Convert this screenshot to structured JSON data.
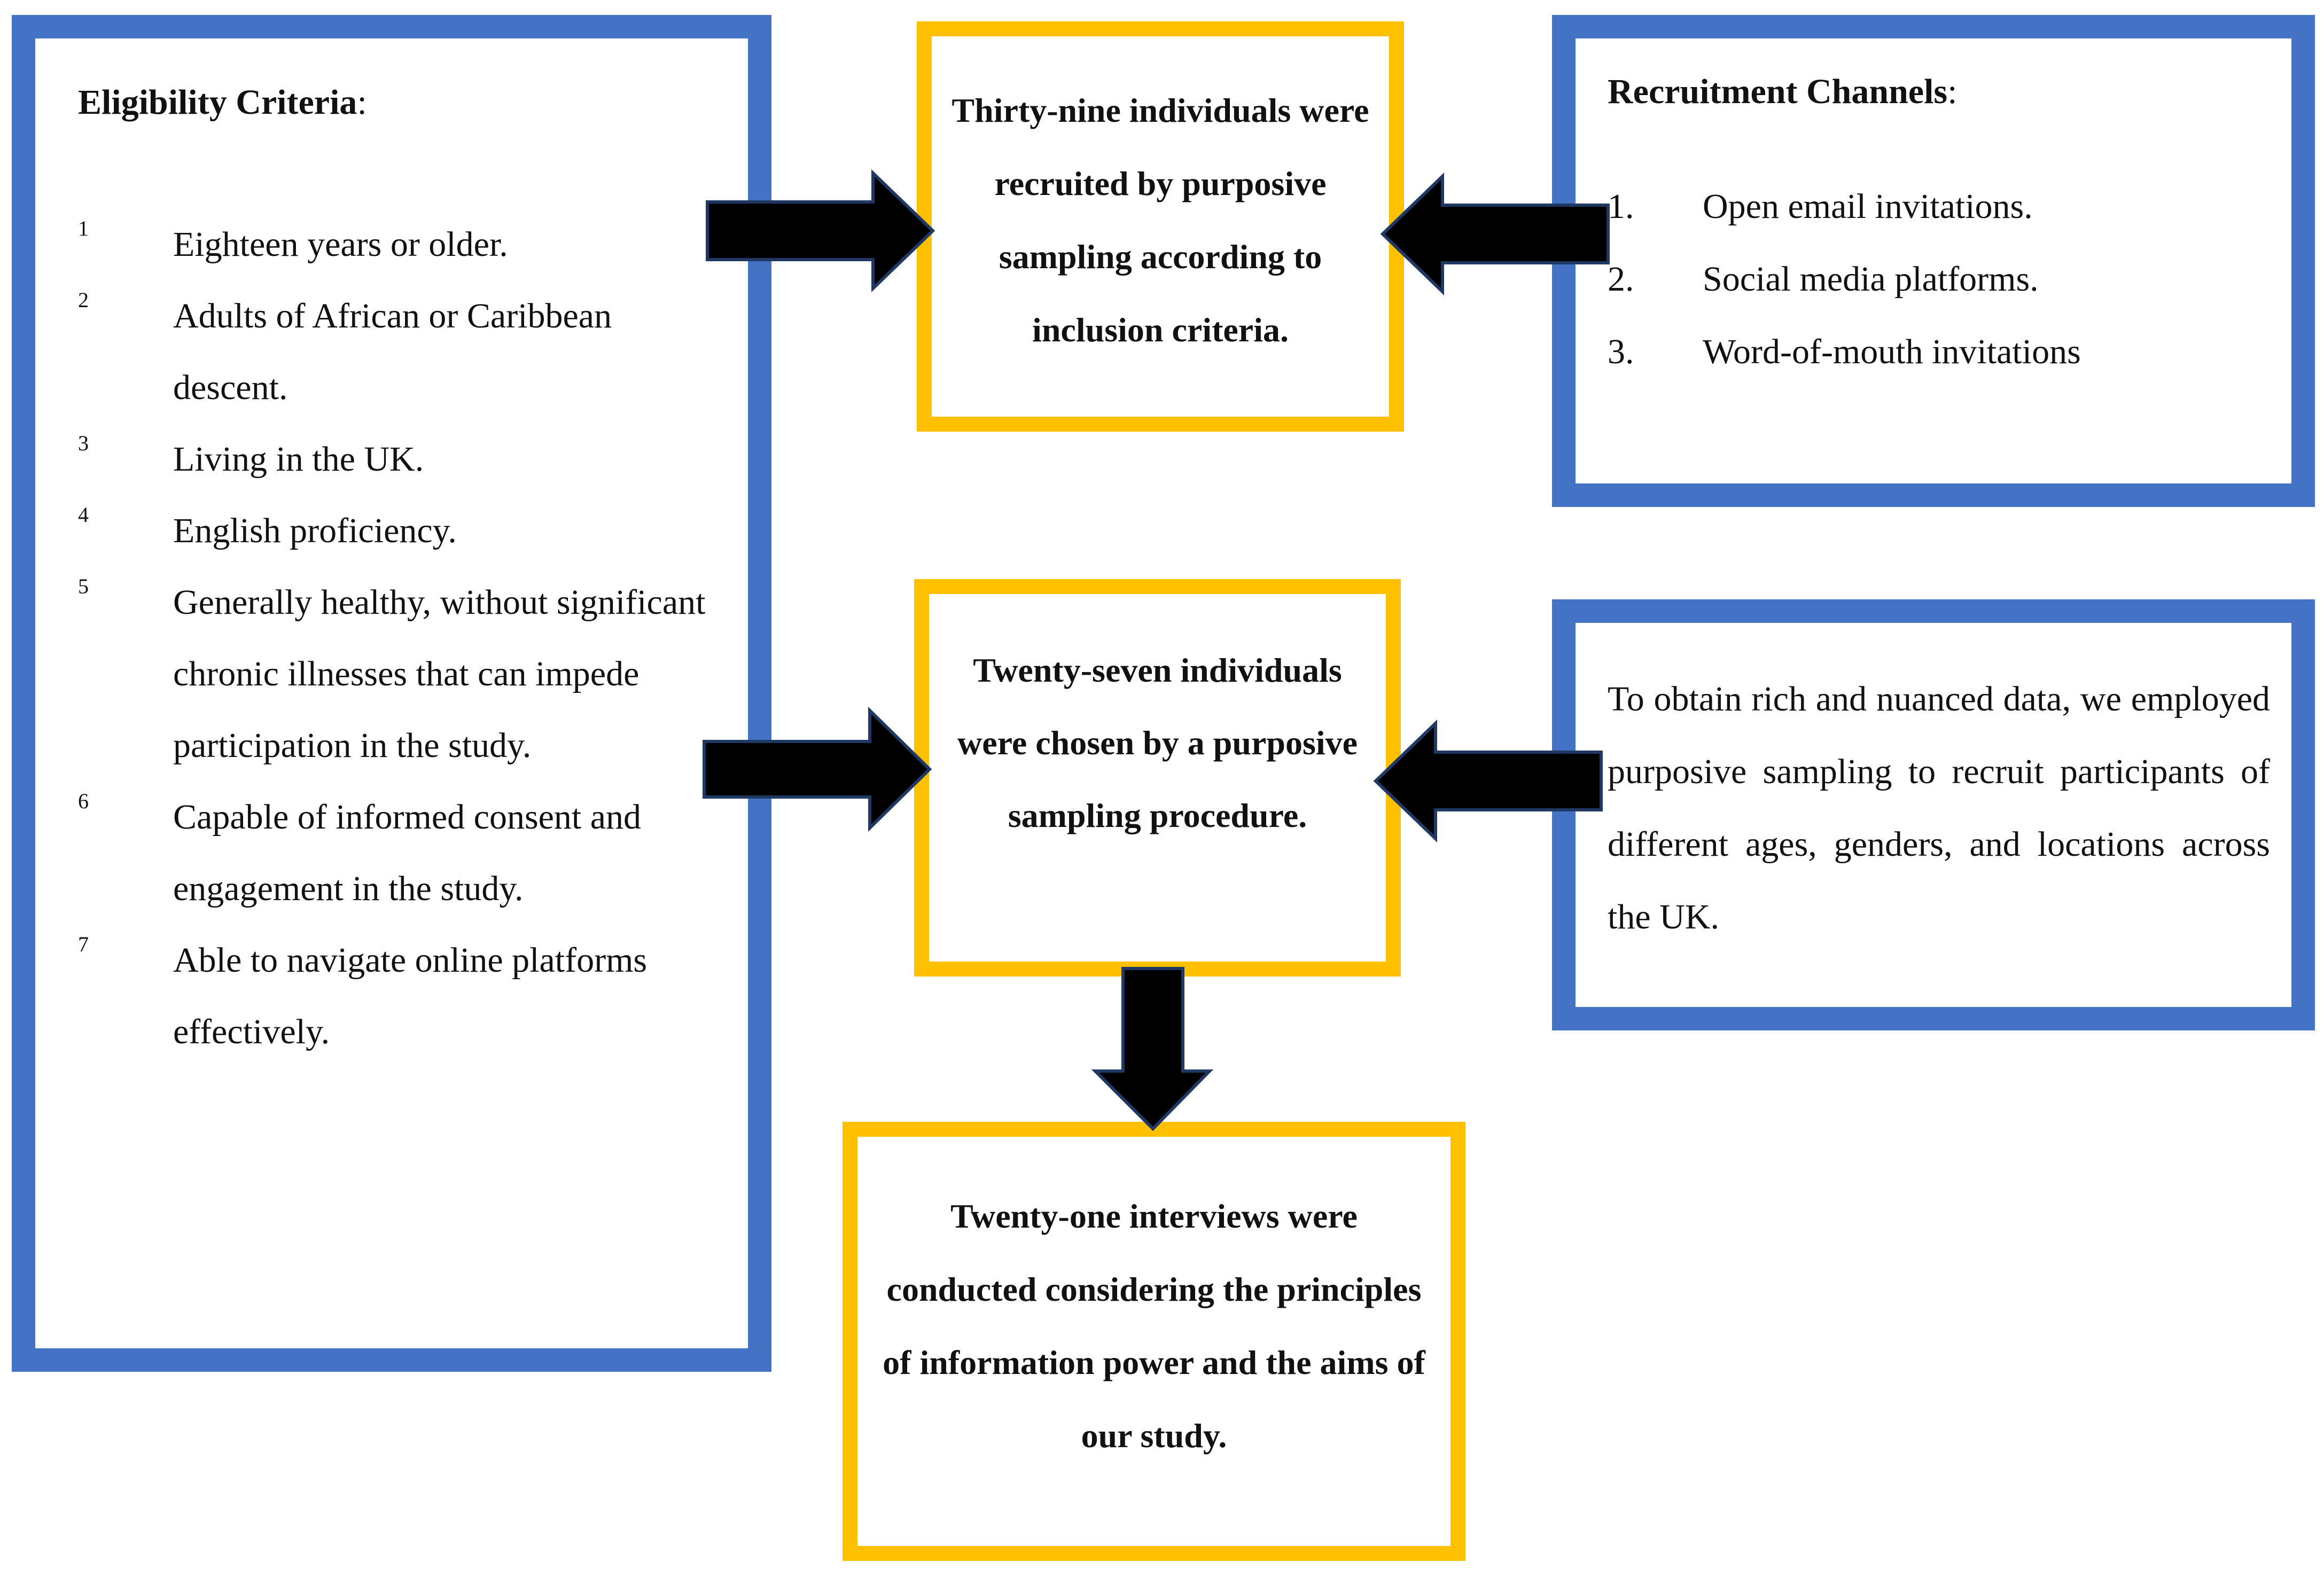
{
  "eligibility": {
    "title": "Eligibility Criteria",
    "suffix": ":",
    "items": [
      {
        "num": "1",
        "text": "Eighteen years or older."
      },
      {
        "num": "2",
        "text": "Adults of African or Caribbean descent."
      },
      {
        "num": "3",
        "text": "Living in the UK."
      },
      {
        "num": "4",
        "text": "English proficiency."
      },
      {
        "num": "5",
        "text": "Generally healthy, without significant chronic illnesses that can impede participation in the study."
      },
      {
        "num": "6",
        "text": "Capable of informed consent and engagement in the study."
      },
      {
        "num": "7",
        "text": "Able to navigate online platforms effectively."
      }
    ]
  },
  "channels": {
    "title": "Recruitment Channels",
    "suffix": ":",
    "items": [
      {
        "num": "1.",
        "text": "Open email invitations."
      },
      {
        "num": "2.",
        "text": "Social media platforms."
      },
      {
        "num": "3.",
        "text": "Word-of-mouth invitations"
      }
    ]
  },
  "rationale": {
    "text": "To obtain rich and nuanced data, we employed purposive sampling to recruit participants of different ages, genders, and locations across the UK."
  },
  "steps": {
    "recruited": "Thirty-nine individuals were recruited by purposive sampling according to inclusion criteria.",
    "chosen": "Twenty-seven individuals were chosen by a purposive sampling procedure.",
    "interviews": "Twenty-one interviews were conducted considering the principles of information power and the aims of our study."
  },
  "colors": {
    "criteria_border": "#4472C4",
    "step_border": "#FFC000",
    "arrow_fill": "#000000",
    "arrow_outline": "#1F3864"
  }
}
